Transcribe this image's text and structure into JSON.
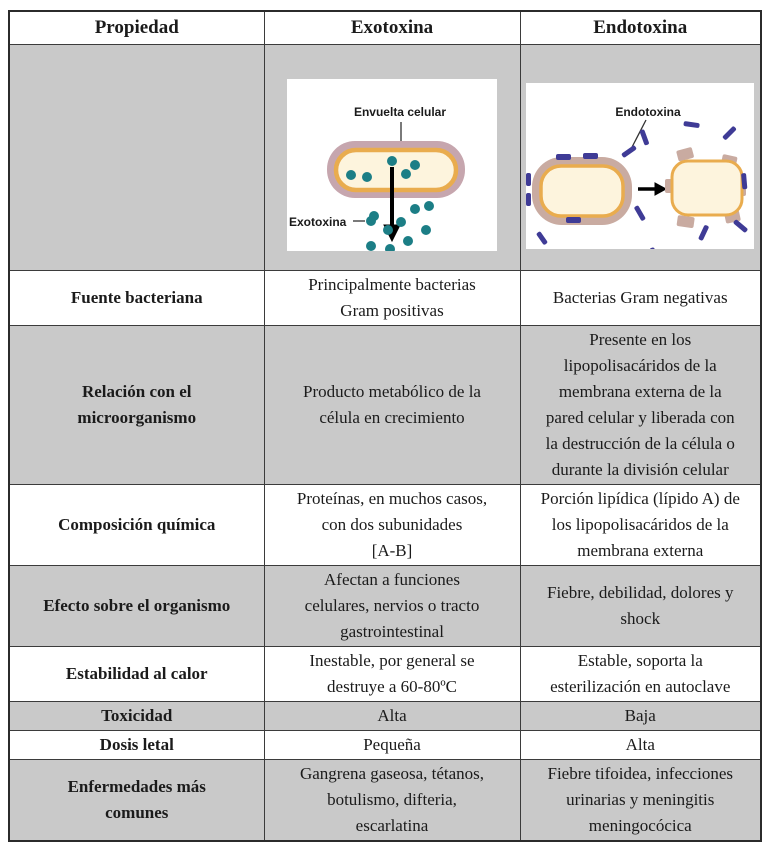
{
  "colors": {
    "row_shading": "#c9c9c9",
    "table_border": "#3b3b3b",
    "envelope_pink": "#c6a6ae",
    "envelope_tan": "#c9aba1",
    "cell_wall_orange": "#e9ac4e",
    "cytoplasm_cream": "#fdf4dd",
    "exotoxin_dot_teal": "#1c7e86",
    "endotoxin_dash_navy": "#3f3b96"
  },
  "table": {
    "headers": [
      "Propiedad",
      "Exotoxina",
      "Endotoxina"
    ],
    "rows": [
      {
        "property": "Fuente bacteriana",
        "exotoxina": "Principalmente bacterias\nGram positivas",
        "endotoxina": "Bacterias Gram negativas",
        "shaded": false
      },
      {
        "property": "Relación con el\nmicroorganismo",
        "exotoxina": "Producto metabólico de la\ncélula en crecimiento",
        "endotoxina": "Presente en los\nlipopolisacáridos de la\nmembrana externa de la\npared celular y liberada con\nla destrucción de la célula o\ndurante la división celular",
        "shaded": true
      },
      {
        "property": "Composición química",
        "exotoxina": "Proteínas, en muchos casos,\ncon dos subunidades\n[A-B]",
        "endotoxina": "Porción lipídica (lípido A) de\nlos lipopolisacáridos de la\nmembrana externa",
        "shaded": false
      },
      {
        "property": "Efecto sobre el organismo",
        "exotoxina": "Afectan a funciones\ncelulares, nervios o tracto\ngastrointestinal",
        "endotoxina": "Fiebre, debilidad, dolores y\nshock",
        "shaded": true
      },
      {
        "property": "Estabilidad al calor",
        "exotoxina": "Inestable, por general se\ndestruye a 60-80ºC",
        "endotoxina": "Estable, soporta la\nesterilización en autoclave",
        "shaded": false
      },
      {
        "property": "Toxicidad",
        "exotoxina": "Alta",
        "endotoxina": "Baja",
        "shaded": true
      },
      {
        "property": "Dosis letal",
        "exotoxina": "Pequeña",
        "endotoxina": "Alta",
        "shaded": false
      },
      {
        "property": "Enfermedades más\ncomunes",
        "exotoxina": "Gangrena gaseosa, tétanos,\nbotulismo, difteria,\nescarlatina",
        "endotoxina": "Fiebre tifoidea, infecciones\nurinarias y meningitis\nmeningocócica",
        "shaded": true
      }
    ]
  },
  "figures": {
    "exotoxina": {
      "envelope_label": "Envuelta celular",
      "toxin_label": "Exotoxina"
    },
    "endotoxina": {
      "toxin_label": "Endotoxina"
    }
  }
}
